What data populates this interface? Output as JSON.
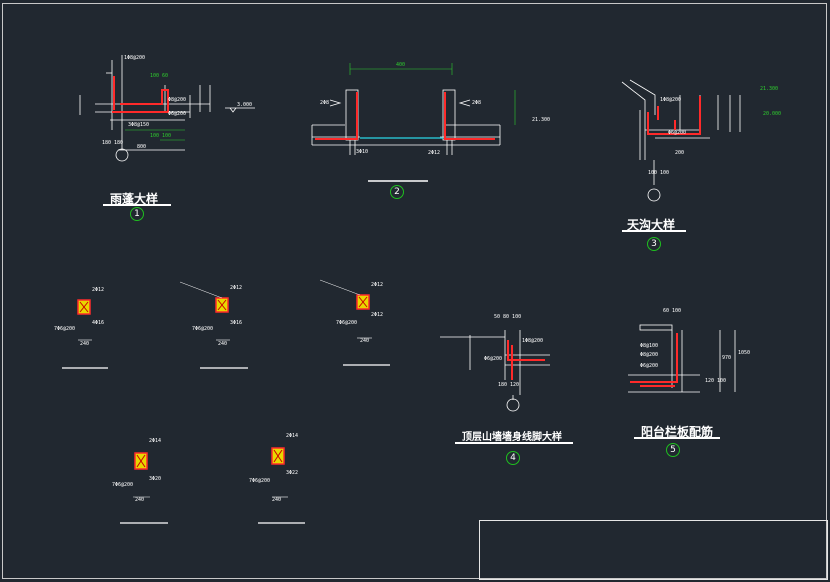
{
  "details": [
    {
      "id": "detail-1",
      "title": "雨蓬大样",
      "number": "1"
    },
    {
      "id": "detail-2",
      "title": "",
      "number": "2"
    },
    {
      "id": "detail-3",
      "title": "天沟大样",
      "number": "3"
    },
    {
      "id": "detail-4",
      "title": "顶层山墙墙身线脚大样",
      "number": "4"
    },
    {
      "id": "detail-5",
      "title": "阳台栏板配筋",
      "number": "5"
    }
  ],
  "labels": {
    "d1_top": "1Φ8@200",
    "d1_a": "100 60",
    "d1_b": "Φ8@200",
    "d1_c": "Φ6@200",
    "d1_d": "3Φ8@150",
    "d1_e": "100 100",
    "d1_f": "180 180",
    "d1_g": "800",
    "d1_elev": "3.000",
    "d2_dim": "400",
    "d2_l1": "2Φ8",
    "d2_l2": "2Φ8",
    "d2_el": "21.300",
    "d2_b1": "3Φ10",
    "d2_b2": "2Φ12",
    "d3_a": "1Φ8@200",
    "d3_b": "Φ6@200",
    "d3_c": "21.300",
    "d3_d": "20.000",
    "d3_e": "100 100",
    "d3_f": "200",
    "s1_a": "2Φ12",
    "s1_b": "4Φ16",
    "s1_c": "7Φ6@200",
    "s1_d": "240",
    "s2_a": "2Φ12",
    "s2_b": "3Φ16",
    "s2_c": "7Φ6@200",
    "s2_d": "240",
    "s3_a": "2Φ12",
    "s3_b": "2Φ12",
    "s3_c": "7Φ6@200",
    "s3_d": "240",
    "s4_a": "2Φ14",
    "s4_b": "3Φ20",
    "s4_c": "7Φ6@200",
    "s4_d": "240",
    "s5_a": "2Φ14",
    "s5_b": "3Φ22",
    "s5_c": "7Φ6@200",
    "s5_d": "240",
    "d4_a": "50 80 100",
    "d4_b": "1Φ8@200",
    "d4_c": "Φ6@200",
    "d4_d": "180 120",
    "d5_a": "60 100",
    "d5_b": "Φ8@100",
    "d5_c": "Φ8@200",
    "d5_d": "Φ6@200",
    "d5_e": "1050",
    "d5_f": "970",
    "d5_g": "120 100"
  }
}
